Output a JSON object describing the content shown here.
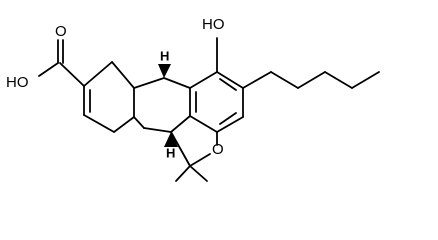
{
  "atom_labels": {
    "hydroxyl": "HO",
    "carboxyl_oxygen": "O",
    "carboxyl_hydroxyl": "HO",
    "ring_oxygen": "O"
  },
  "stereo_labels": {
    "upper_h": "H",
    "lower_h": "H"
  },
  "colors": {
    "bond": "#000000",
    "background": "#ffffff"
  }
}
